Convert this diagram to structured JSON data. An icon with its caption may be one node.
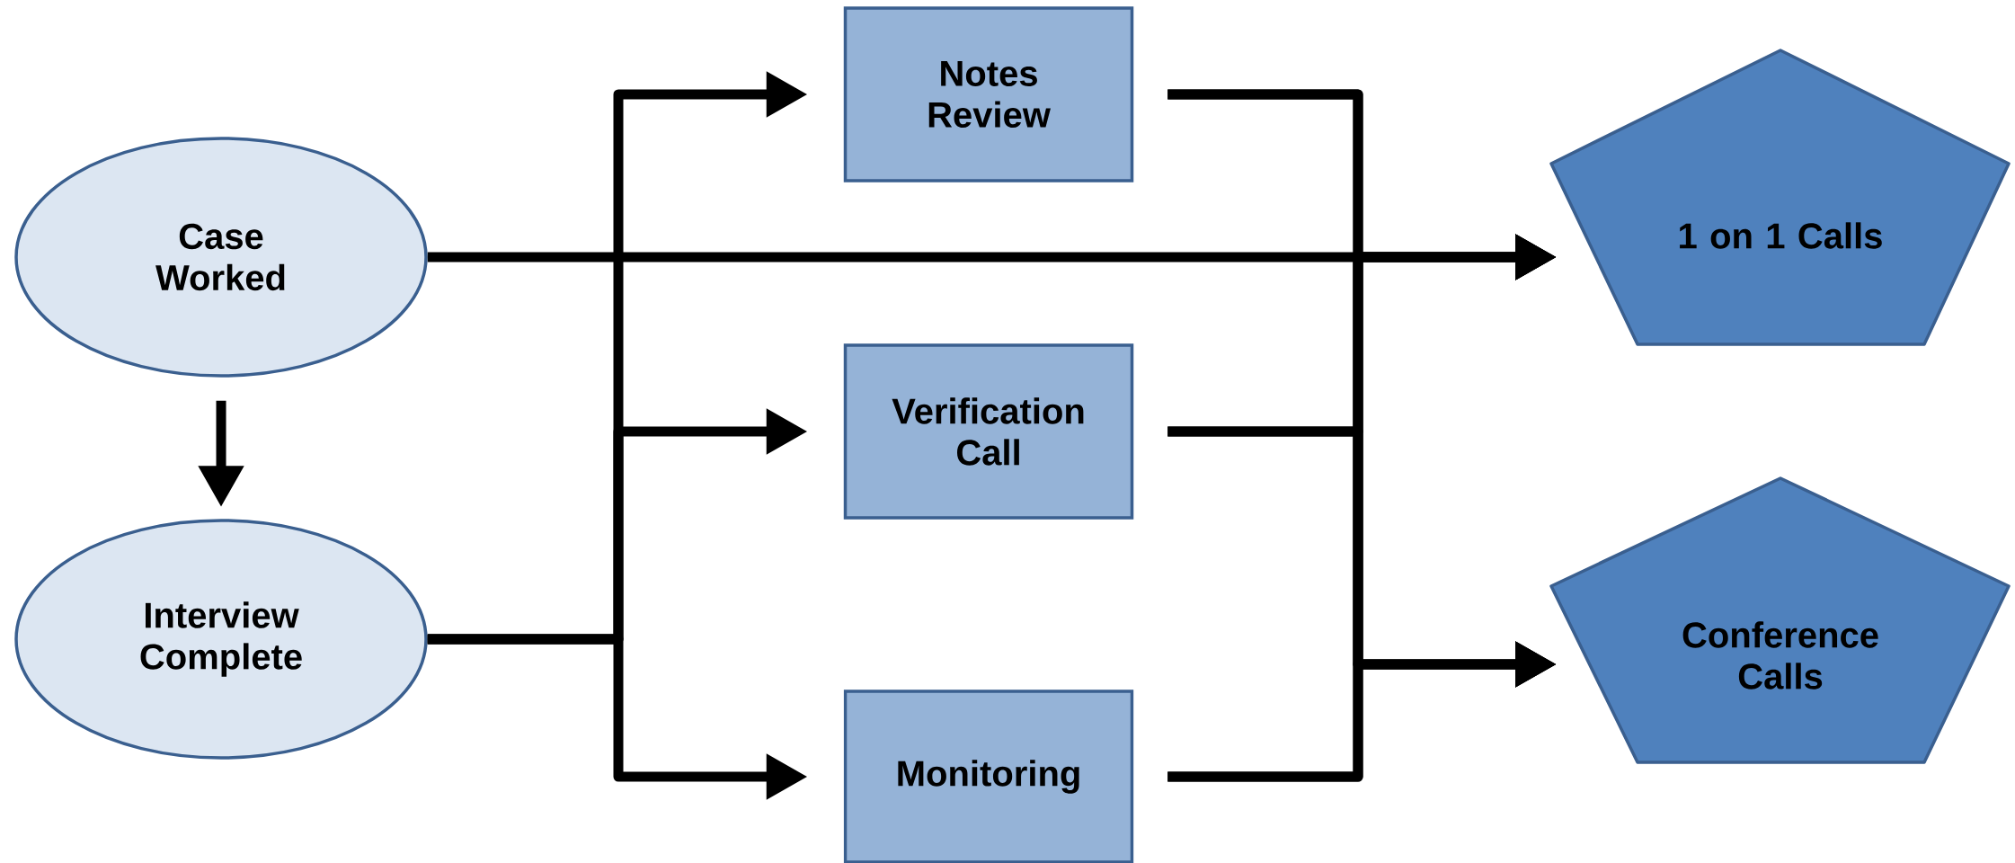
{
  "diagram": {
    "nodes": [
      {
        "text": [
          "Case Worked"
        ]
      },
      {
        "text": [
          "Interview Complete"
        ]
      },
      {
        "text": [
          "Notes Review"
        ]
      },
      {
        "text": [
          "Verification Call"
        ]
      },
      {
        "text": [
          "Monitoring"
        ]
      },
      {
        "text": [
          "1 on 1 Calls"
        ]
      },
      {
        "text": [
          "Conference Calls"
        ]
      }
    ],
    "edges": [
      {
        "from": 0,
        "to": 1,
        "arrow": "to"
      },
      {
        "from": 0,
        "to": 5,
        "arrow": "to"
      },
      {
        "from": 1,
        "to": 2,
        "arrow": "to"
      },
      {
        "from": 1,
        "to": 3,
        "arrow": "to"
      },
      {
        "from": 1,
        "to": 4,
        "arrow": "to"
      },
      {
        "from": 2,
        "to": 5,
        "arrow": "to"
      },
      {
        "from": 3,
        "to": 5,
        "arrow": "to"
      },
      {
        "from": 4,
        "to": 5,
        "arrow": "to"
      },
      {
        "from": 2,
        "to": 6,
        "arrow": "to"
      },
      {
        "from": 3,
        "to": 6,
        "arrow": "to"
      },
      {
        "from": 4,
        "to": 6,
        "arrow": "to"
      }
    ]
  }
}
